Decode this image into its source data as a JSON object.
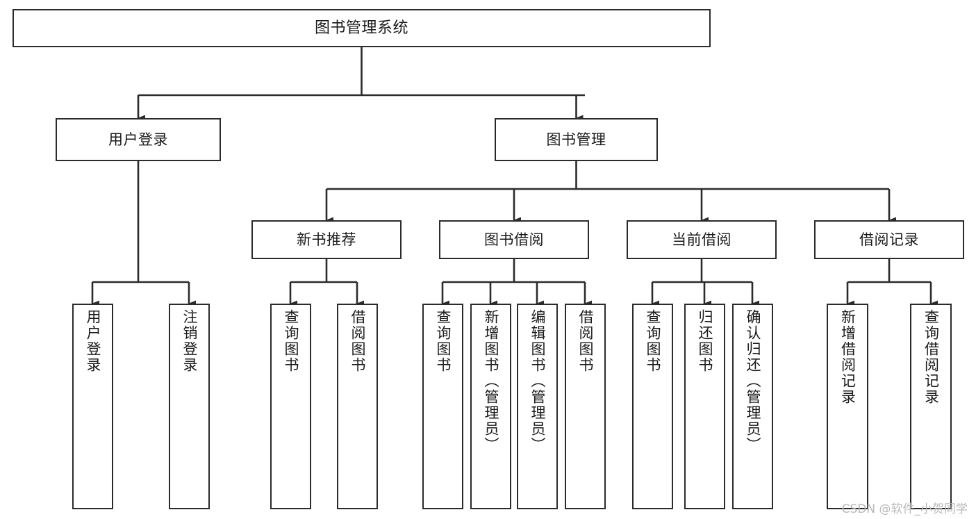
{
  "diagram": {
    "type": "tree",
    "title": "图书管理系统",
    "accent_color": "#2b2b2b",
    "background_color": "#ffffff",
    "nodes": {
      "root": {
        "label": "图书管理系统"
      },
      "l2_0": {
        "label": "用户登录"
      },
      "l2_1": {
        "label": "图书管理"
      },
      "l3_0": {
        "label": "新书推荐"
      },
      "l3_1": {
        "label": "图书借阅"
      },
      "l3_2": {
        "label": "当前借阅"
      },
      "l3_3": {
        "label": "借阅记录"
      },
      "leaf_0": {
        "label": "用户登录"
      },
      "leaf_1": {
        "label": "注销登录"
      },
      "leaf_2": {
        "label": "查询图书"
      },
      "leaf_3": {
        "label": "借阅图书"
      },
      "leaf_4": {
        "label": "查询图书"
      },
      "leaf_5": {
        "label": "新增图书（管理员）"
      },
      "leaf_6": {
        "label": "编辑图书（管理员）"
      },
      "leaf_7": {
        "label": "借阅图书"
      },
      "leaf_8": {
        "label": "查询图书"
      },
      "leaf_9": {
        "label": "归还图书"
      },
      "leaf_10": {
        "label": "确认归还（管理员）"
      },
      "leaf_11": {
        "label": "新增借阅记录"
      },
      "leaf_12": {
        "label": "查询借阅记录"
      }
    }
  },
  "watermark": {
    "text": "CSDN @软件_小贺同学"
  }
}
